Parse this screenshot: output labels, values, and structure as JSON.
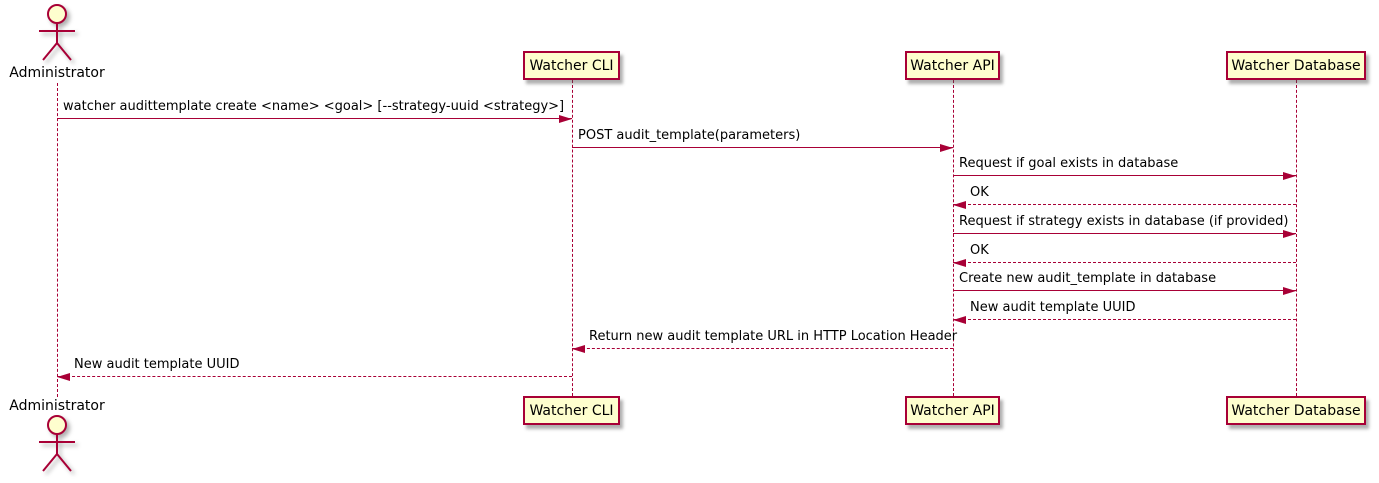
{
  "diagram_type": "uml-sequence",
  "colors": {
    "accent": "#A80036",
    "participant_fill": "#FEFECE",
    "text": "#000000",
    "background": "#ffffff"
  },
  "participants": [
    {
      "id": "administrator",
      "label": "Administrator",
      "kind": "actor"
    },
    {
      "id": "watcher-cli",
      "label": "Watcher CLI",
      "kind": "box"
    },
    {
      "id": "watcher-api",
      "label": "Watcher API",
      "kind": "box"
    },
    {
      "id": "watcher-database",
      "label": "Watcher Database",
      "kind": "box"
    }
  ],
  "messages": [
    {
      "from": "administrator",
      "to": "watcher-cli",
      "style": "solid",
      "label": "watcher audittemplate create <name> <goal> [--strategy-uuid <strategy>]"
    },
    {
      "from": "watcher-cli",
      "to": "watcher-api",
      "style": "solid",
      "label": "POST audit_template(parameters)"
    },
    {
      "from": "watcher-api",
      "to": "watcher-database",
      "style": "solid",
      "label": "Request if goal exists in database"
    },
    {
      "from": "watcher-database",
      "to": "watcher-api",
      "style": "dashed",
      "label": "OK"
    },
    {
      "from": "watcher-api",
      "to": "watcher-database",
      "style": "solid",
      "label": "Request if strategy exists in database (if provided)"
    },
    {
      "from": "watcher-database",
      "to": "watcher-api",
      "style": "dashed",
      "label": "OK"
    },
    {
      "from": "watcher-api",
      "to": "watcher-database",
      "style": "solid",
      "label": "Create new audit_template in database"
    },
    {
      "from": "watcher-database",
      "to": "watcher-api",
      "style": "dashed",
      "label": "New audit template UUID"
    },
    {
      "from": "watcher-api",
      "to": "watcher-cli",
      "style": "dashed",
      "label": "Return new audit template URL in HTTP Location Header"
    },
    {
      "from": "watcher-cli",
      "to": "administrator",
      "style": "dashed",
      "label": "New audit template UUID"
    }
  ]
}
